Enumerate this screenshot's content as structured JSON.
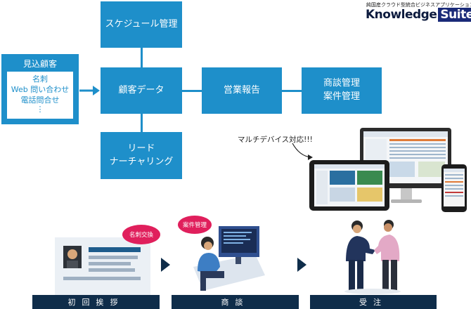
{
  "brand": {
    "subtitle": "純国産クラウド型統合ビジネスアプリケーション",
    "name_part1": "Knowledge",
    "name_part2": "Suite"
  },
  "flow": {
    "lead": {
      "title": "見込顧客",
      "items": [
        "名刺",
        "Web 問い合わせ",
        "電話問合せ"
      ],
      "more": "⋮"
    },
    "schedule": "スケジュール管理",
    "customer": "顧客データ",
    "lead_nurturing_line1": "リード",
    "lead_nurturing_line2": "ナーチャリング",
    "sales_report": "営業報告",
    "deal_line1": "商談管理",
    "deal_line2": "案件管理"
  },
  "multi_device": "マルチデバイス対応!!!",
  "stages": [
    {
      "label": "初回挨拶",
      "bubble": "名刺交換"
    },
    {
      "label": "商談",
      "bubble": "案件管理"
    },
    {
      "label": "受注"
    }
  ],
  "colors": {
    "box_blue": "#1e8fca",
    "stage_navy": "#0f2d4a",
    "bubble_pink": "#e01f5c"
  }
}
